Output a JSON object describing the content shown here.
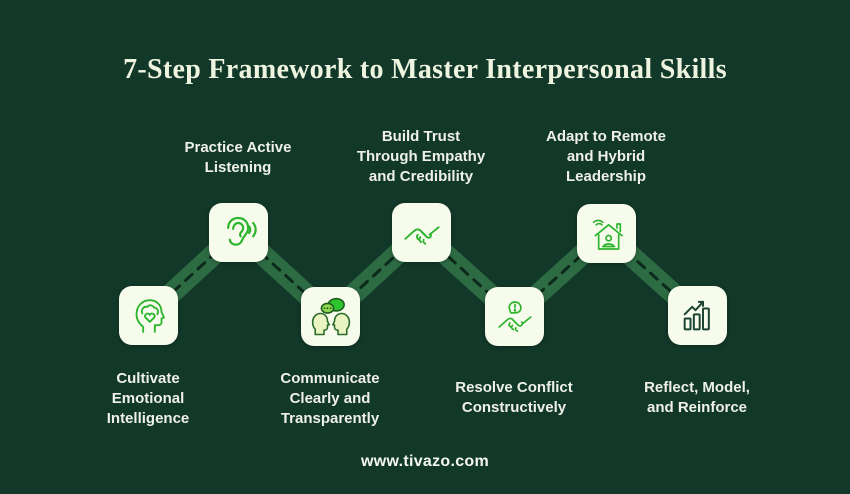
{
  "title": "7-Step Framework to Master Interpersonal Skills",
  "footer": {
    "website": "www.tivazo.com"
  },
  "steps": [
    {
      "label": "Cultivate\nEmotional\nIntelligence",
      "icon": "head-brain-heart-icon"
    },
    {
      "label": "Practice Active\nListening",
      "icon": "ear-listening-icon"
    },
    {
      "label": "Communicate\nClearly and\nTransparently",
      "icon": "talking-heads-icon"
    },
    {
      "label": "Build Trust\nThrough Empathy\nand Credibility",
      "icon": "handshake-icon"
    },
    {
      "label": "Resolve Conflict\nConstructively",
      "icon": "conflict-handshake-icon"
    },
    {
      "label": "Adapt to Remote\nand Hybrid\nLeadership",
      "icon": "remote-work-home-icon"
    },
    {
      "label": "Reflect, Model,\nand Reinforce",
      "icon": "growth-chart-icon"
    }
  ],
  "colors": {
    "background": "#123829",
    "connector_band": "#2d6b43",
    "connector_dash": "#0b2a1c",
    "card_background": "#f7fbec",
    "icon_green": "#2db42d",
    "icon_dark": "#1d4433",
    "title_text": "#eef4df",
    "label_text": "#eff1e8"
  }
}
